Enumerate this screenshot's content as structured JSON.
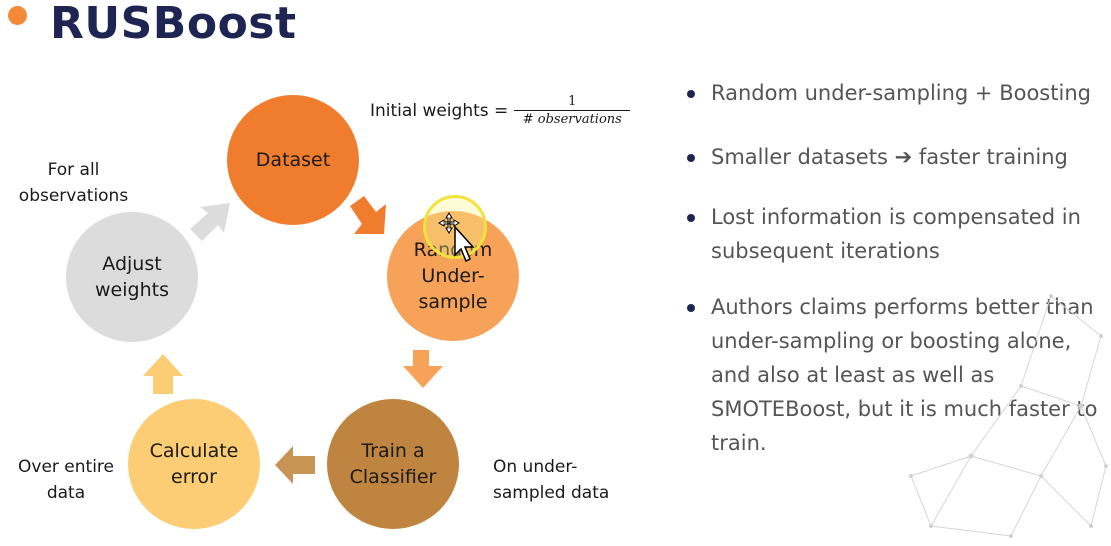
{
  "title": "RUSBoost",
  "cycle": {
    "dataset": "Dataset",
    "random_undersample": "Random\nUnder-\nsample",
    "train_classifier": "Train a\nClassifier",
    "calculate_error": "Calculate\nerror",
    "adjust_weights": "Adjust\nweights"
  },
  "notes": {
    "for_all": "For all\nobservations",
    "over_entire": "Over entire\ndata",
    "on_under": "On under-\nsampled data"
  },
  "formula": {
    "label": "Initial weights =",
    "numerator": "1",
    "denominator": "# observations"
  },
  "bullets": [
    "Random under-sampling + Boosting",
    "Smaller datasets ➔ faster training",
    "Lost information is compensated in subsequent iterations",
    "Authors claims performs better than under-sampling or boosting alone, and also at least as well as SMOTEBoost, but it is much faster to train."
  ],
  "colors": {
    "title": "#1f2552",
    "accent_dot": "#f4893a",
    "dataset": "#f07d2e",
    "random_undersample": "#f6a258",
    "train_classifier": "#bf8440",
    "calculate_error": "#fccd74",
    "adjust_weights": "#dcdcdc",
    "bullet_text": "#555555"
  }
}
